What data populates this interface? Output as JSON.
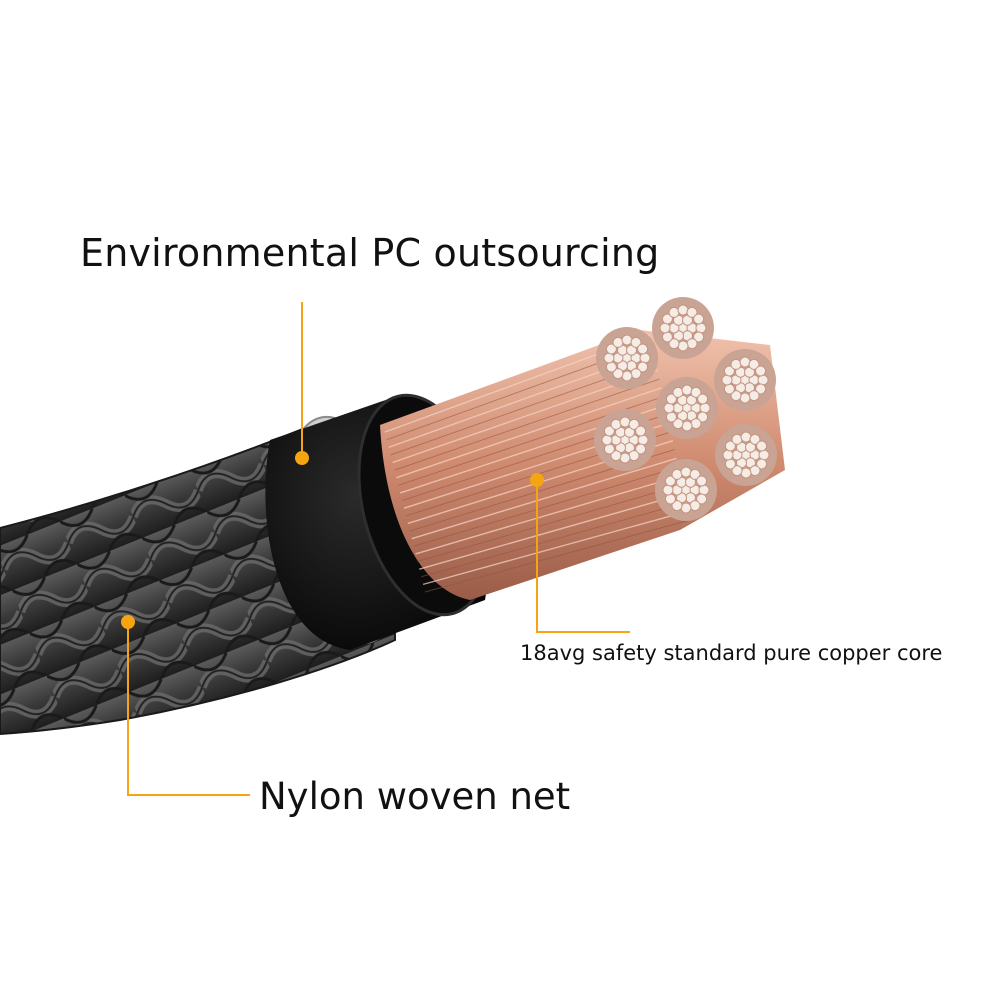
{
  "labels": {
    "pc_jacket": "Environmental PC outsourcing",
    "copper_core": "18avg safety standard pure copper core",
    "nylon_braid": "Nylon woven net"
  },
  "colors": {
    "callout": "#f5a512",
    "braid": "#3a3a3a",
    "jacket": "#0d0d0d",
    "copper": "#d99a82",
    "strand_end": "#f6ece6",
    "text": "#111111"
  },
  "icons": [
    "callout-dot-icon"
  ]
}
